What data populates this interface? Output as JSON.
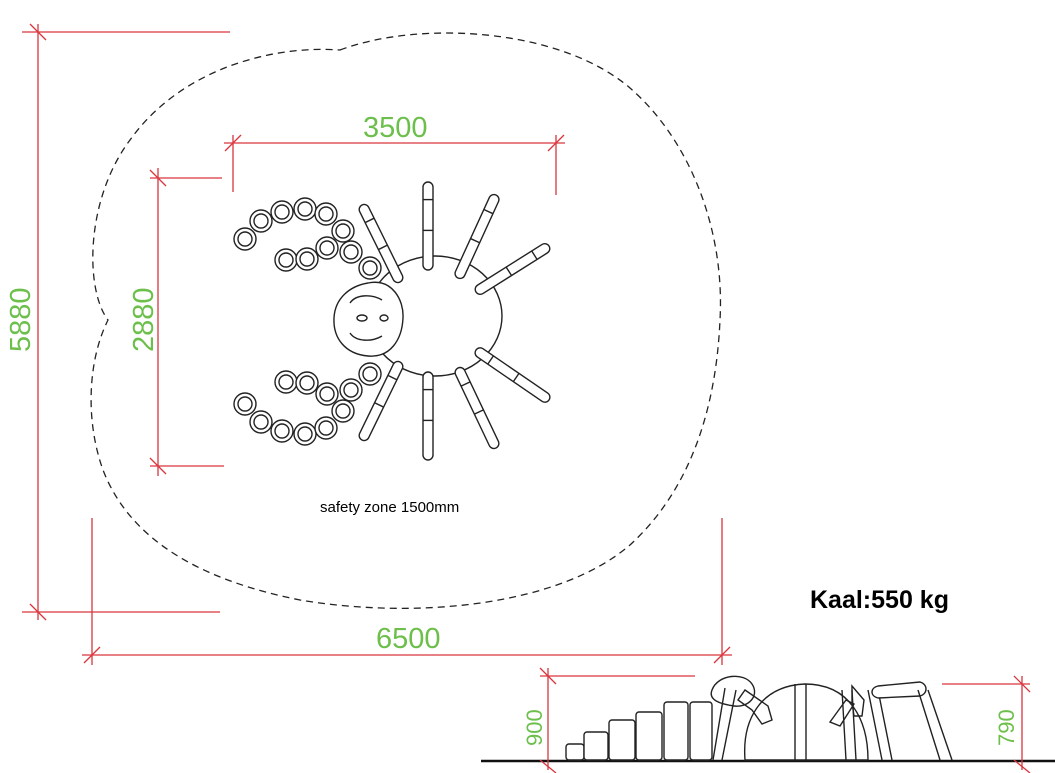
{
  "plan": {
    "dim_overall_height": "5880",
    "dim_overall_width": "6500",
    "dim_body_width": "3500",
    "dim_body_height": "2880",
    "safety_zone_note": "safety zone 1500mm"
  },
  "side_view": {
    "dim_left_height": "900",
    "dim_right_height": "790"
  },
  "weight_label": "Kaal:550 kg",
  "colors": {
    "dimension_line": "#d9363e",
    "dimension_text": "#6cbf4a",
    "outline": "#222222"
  }
}
